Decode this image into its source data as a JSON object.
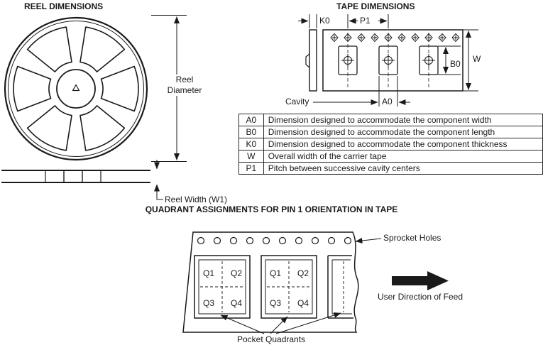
{
  "reel": {
    "title": "REEL DIMENSIONS",
    "diameter_label": "Reel Diameter",
    "width_label": "Reel Width (W1)"
  },
  "tape": {
    "title": "TAPE DIMENSIONS",
    "k0": "K0",
    "p1": "P1",
    "w": "W",
    "b0": "B0",
    "a0": "A0",
    "cavity": "Cavity"
  },
  "table": {
    "rows": [
      {
        "code": "A0",
        "desc": "Dimension designed to accommodate the component width"
      },
      {
        "code": "B0",
        "desc": "Dimension designed to accommodate the component length"
      },
      {
        "code": "K0",
        "desc": "Dimension designed to accommodate the component thickness"
      },
      {
        "code": "W",
        "desc": "Overall width of the carrier tape"
      },
      {
        "code": "P1",
        "desc": "Pitch between successive cavity centers"
      }
    ]
  },
  "quadrant": {
    "title": "QUADRANT ASSIGNMENTS FOR PIN 1 ORIENTATION IN TAPE",
    "sprocket_holes": "Sprocket Holes",
    "feed": "User Direction of Feed",
    "pocket_quadrants": "Pocket Quadrants",
    "q1": "Q1",
    "q2": "Q2",
    "q3": "Q3",
    "q4": "Q4"
  }
}
